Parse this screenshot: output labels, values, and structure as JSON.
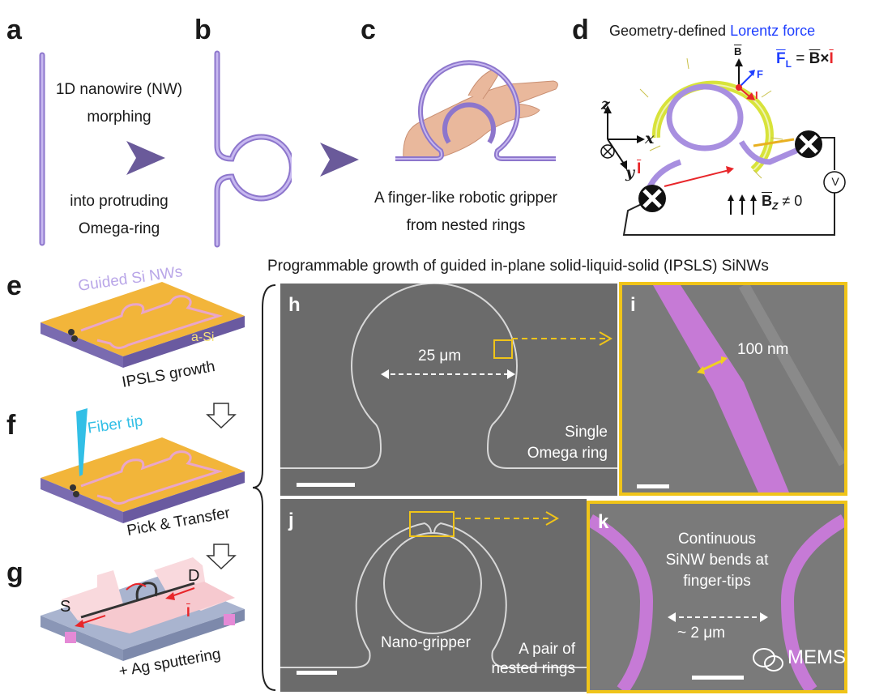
{
  "panel_labels": {
    "a": "a",
    "b": "b",
    "c": "c",
    "d": "d",
    "e": "e",
    "f": "f",
    "g": "g",
    "h": "h",
    "i": "i",
    "j": "j",
    "k": "k"
  },
  "panel_a": {
    "line1": "1D nanowire (NW)",
    "line2": "morphing",
    "line3": "into protruding",
    "line4": "Omega-ring"
  },
  "panel_c": {
    "line1": "A finger-like robotic gripper",
    "line2": "from nested rings"
  },
  "panel_d": {
    "title_part1": "Geometry-defined ",
    "title_part2": "Lorentz force",
    "equation_lhs": "F",
    "equation_sub": "L",
    "equation_rhs_eq": " = ",
    "equation_b": "B",
    "equation_times": "×",
    "equation_i": "I",
    "vec_b": "B",
    "vec_f": "F",
    "vec_i": "I",
    "axis_z": "z",
    "axis_x": "x",
    "axis_y": "y",
    "current_label": "I",
    "field_label": "B",
    "field_sub": "Z",
    "field_cond": " ≠ 0",
    "voltmeter": "V",
    "colors": {
      "lorentz_blue": "#1f3fff",
      "current_red": "#e8262a",
      "ring_yellow": "#d8e33a",
      "ring_purple": "#a88fe0"
    }
  },
  "panel_e": {
    "guided": "Guided Si NWs",
    "asi": "a-Si",
    "caption": "IPSLS growth"
  },
  "panel_f": {
    "tip": "Fiber tip",
    "caption": "Pick & Transfer"
  },
  "panel_g": {
    "s": "S",
    "d": "D",
    "i": "I",
    "caption": "+ Ag sputtering"
  },
  "section_title": "Programmable growth of guided in-plane solid-liquid-solid (IPSLS) SiNWs",
  "panel_h": {
    "diameter": "25 μm",
    "desc1": "Single",
    "desc2": "Omega ring"
  },
  "panel_i": {
    "width": "100 nm"
  },
  "panel_j": {
    "label1": "Nano-gripper",
    "desc1": "A pair of",
    "desc2": "nested rings"
  },
  "panel_k": {
    "text1": "Continuous",
    "text2": "SiNW bends at",
    "text3": "finger-tips",
    "gap": "~ 2 μm"
  },
  "watermark": "MEMS",
  "colors": {
    "nanowire": "#b9a6e8",
    "substrate_gold": "#f2b53a",
    "substrate_purple": "#7a6bb0",
    "highlight_yellow": "#f0c419",
    "sem_gray": "#6b6b6b"
  }
}
